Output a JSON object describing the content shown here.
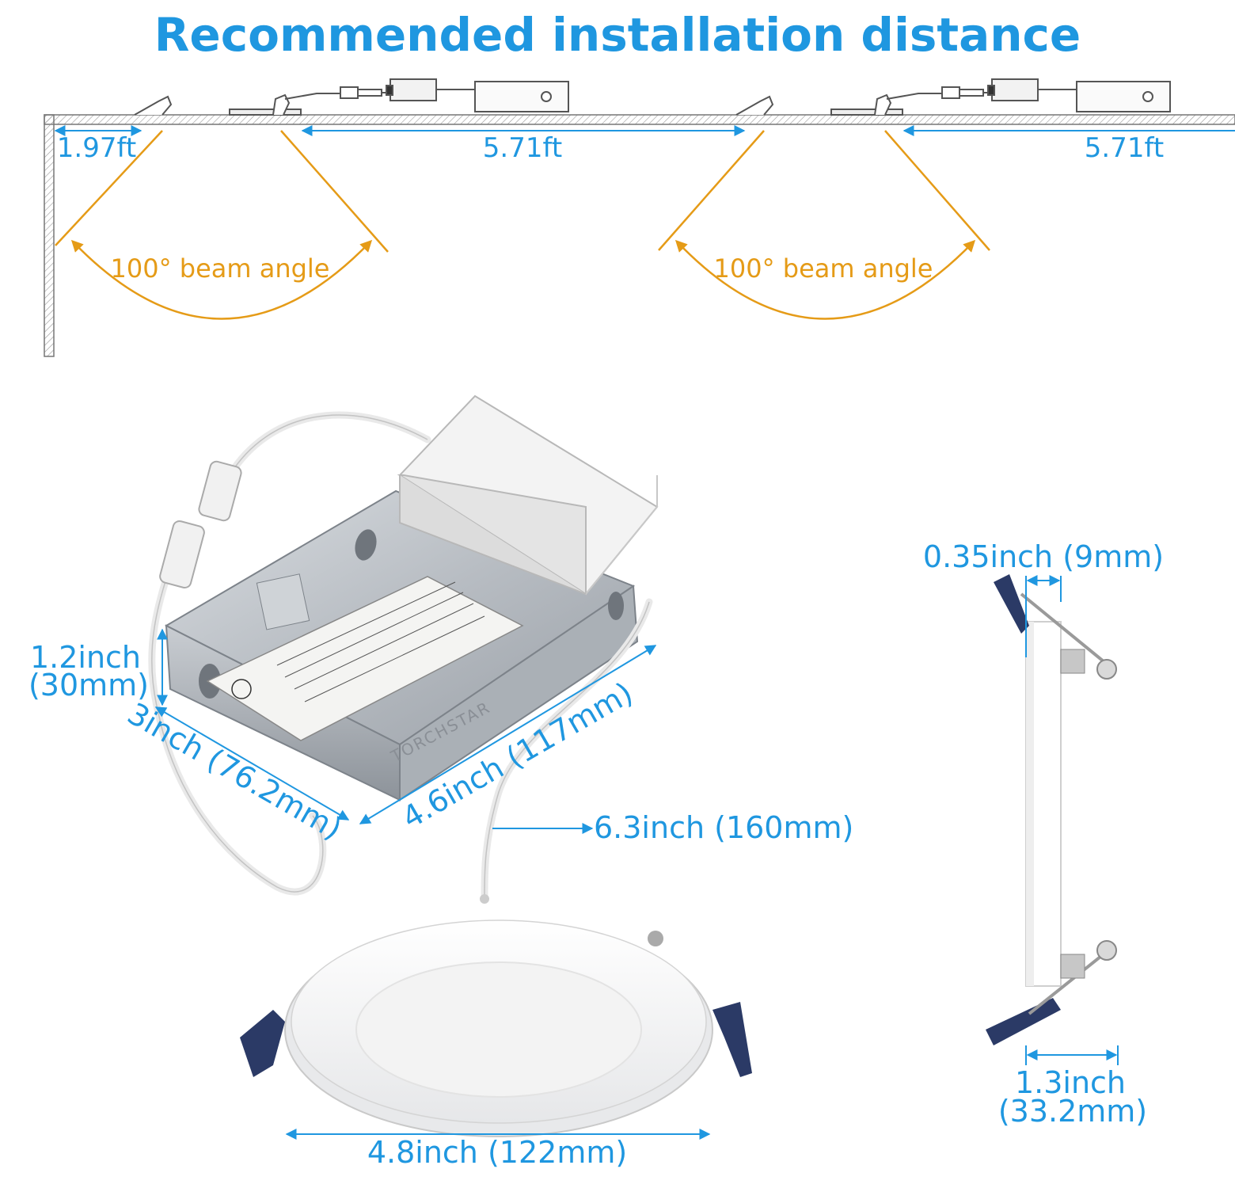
{
  "title": "Recommended installation distance",
  "distances": {
    "wall_gap": "1.97ft",
    "spacing_1": "5.71ft",
    "spacing_2": "5.71ft"
  },
  "beam": {
    "label_1": "100° beam angle",
    "label_2": "100° beam angle"
  },
  "dimensions": {
    "box_height_in": "1.2inch",
    "box_height_mm": "(30mm)",
    "box_width": "3inch (76.2mm)",
    "box_length": "4.6inch (117mm)",
    "cable_length": "6.3inch (160mm)",
    "panel_diameter": "4.8inch (122mm)",
    "panel_thickness": "0.35inch (9mm)",
    "clip_depth_in": "1.3inch",
    "clip_depth_mm": "(33.2mm)"
  },
  "product": {
    "brand": "TORCHSTAR"
  },
  "colors": {
    "accent_blue": "#1f97e0",
    "beam_orange": "#e59b17",
    "clip_navy": "#2b3a66"
  }
}
